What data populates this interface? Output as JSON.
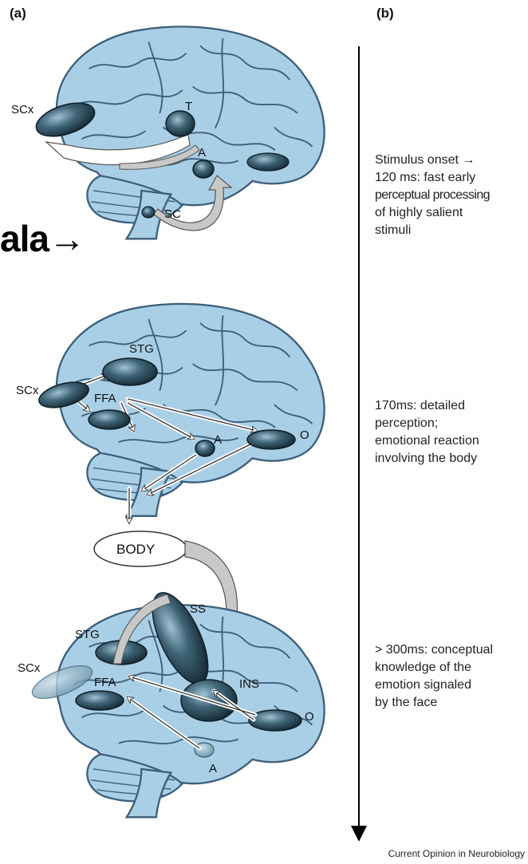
{
  "panels": {
    "a": "(a)",
    "b": "(b)"
  },
  "overlay_text": "ala→",
  "brains": [
    {
      "regions": [
        "SCx",
        "T",
        "A",
        "SC"
      ]
    },
    {
      "regions": [
        "STG",
        "SCx",
        "FFA",
        "A",
        "O"
      ]
    },
    {
      "regions": [
        "SS",
        "STG",
        "SCx",
        "FFA",
        "INS",
        "O",
        "A"
      ]
    }
  ],
  "body_label": "BODY",
  "timeline": [
    {
      "lines": [
        "Stimulus onset →",
        "120 ms: fast early",
        "perceptual processing",
        "of highly salient",
        "stimuli"
      ]
    },
    {
      "lines": [
        "170ms: detailed",
        "perception;",
        "emotional reaction",
        "involving the body"
      ]
    },
    {
      "lines": [
        "> 300ms: conceptual",
        "knowledge of the",
        "emotion signaled",
        "by the face"
      ]
    }
  ],
  "credit": "Current Opinion in Neurobiology",
  "colors": {
    "brain_fill": "#a9cfe6",
    "brain_stroke": "#3d5f7a",
    "region_fill": "#2b4a5c",
    "arrow_fill": "#ffffff",
    "curved_arrow_fill": "#c8c8c8"
  }
}
